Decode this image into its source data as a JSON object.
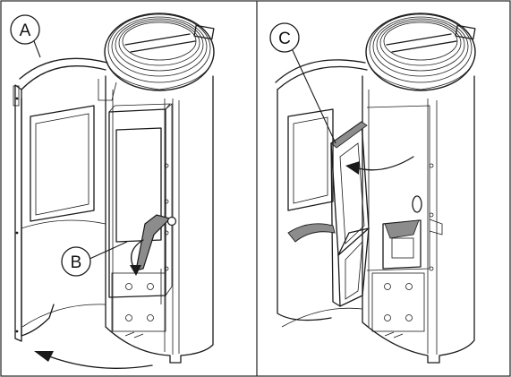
{
  "panels": [
    {
      "label": "A",
      "callouts": [
        {
          "label": "A"
        },
        {
          "label": "B"
        }
      ]
    },
    {
      "label": "C",
      "callouts": [
        {
          "label": "C"
        }
      ]
    }
  ],
  "callout_labels": {
    "a": "A",
    "b": "B",
    "c": "C"
  },
  "colors": {
    "line": "#1a1a1a",
    "background": "#ffffff",
    "shade": "#8c8c8c"
  }
}
